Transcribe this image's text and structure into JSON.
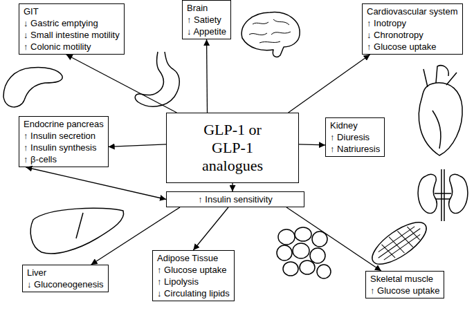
{
  "diagram": {
    "nodes": [
      {
        "text": [
          "GIT",
          "↓ Gastric emptying",
          "↓ Small intestine motility",
          "↑ Colonic motility"
        ]
      },
      {
        "text": [
          "Brain",
          "↑ Satiety",
          "↓ Appetite"
        ]
      },
      {
        "text": [
          "Cardiovascular system",
          "↑ Inotropy",
          "↓ Chronotropy",
          "↑ Glucose uptake"
        ]
      },
      {
        "text": [
          "Endocrine pancreas",
          "↑ Insulin secretion",
          "↑ Insulin synthesis",
          "↑ β-cells"
        ]
      },
      {
        "text": [
          "GLP-1 or GLP-1 analogues"
        ]
      },
      {
        "text": [
          "Kidney",
          "↑ Diuresis",
          "↑ Natriuresis"
        ]
      },
      {
        "text": [
          "↑ Insulin sensitivity"
        ]
      },
      {
        "text": [
          "Liver",
          "↓ Gluconeogenesis"
        ]
      },
      {
        "text": [
          "Adipose Tissue",
          "↑ Glucose uptake",
          "↑ Lipolysis",
          "↓ Circulating lipids"
        ]
      },
      {
        "text": [
          "Skeletal muscle",
          "↑ Glucose uptake"
        ]
      }
    ],
    "edges": [
      {
        "from": 4,
        "to": 0,
        "arrow": "to"
      },
      {
        "from": 4,
        "to": 1,
        "arrow": "to"
      },
      {
        "from": 4,
        "to": 2,
        "arrow": "to"
      },
      {
        "from": 4,
        "to": 3,
        "arrow": "to"
      },
      {
        "from": 4,
        "to": 5,
        "arrow": "to"
      },
      {
        "from": 4,
        "to": 6,
        "arrow": "to"
      },
      {
        "from": 3,
        "to": 6,
        "arrow": "both"
      },
      {
        "from": 6,
        "to": 7,
        "arrow": "to"
      },
      {
        "from": 6,
        "to": 8,
        "arrow": "to"
      },
      {
        "from": 6,
        "to": 9,
        "arrow": "to"
      }
    ]
  }
}
